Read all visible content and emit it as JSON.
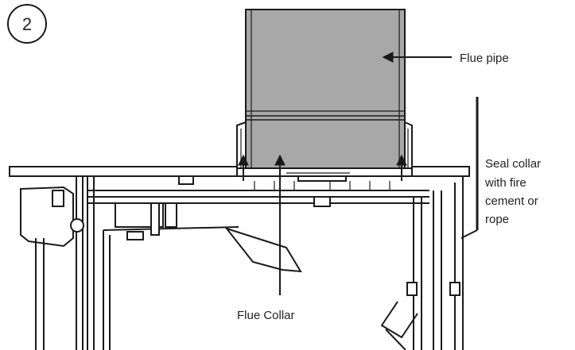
{
  "step_number": "2",
  "labels": {
    "flue_pipe": "Flue pipe",
    "flue_collar": "Flue Collar",
    "seal_line1": "Seal collar",
    "seal_line2": "with fire",
    "seal_line3": "cement or",
    "seal_line4": "rope"
  },
  "colors": {
    "pipe_fill": "#a8a8a8",
    "stroke": "#1a1a1a",
    "background": "#ffffff"
  }
}
